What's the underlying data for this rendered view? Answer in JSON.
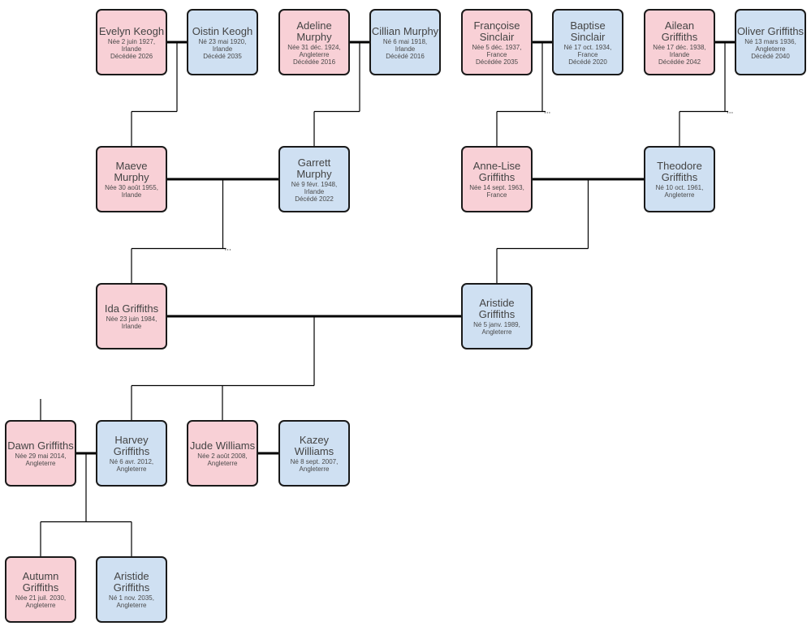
{
  "people": [
    {
      "id": "evelyn-keogh",
      "sex": "f",
      "name": "Evelyn Keogh",
      "info": [
        "Née 2 juin 1927,",
        "Irlande",
        "Décédée 2026"
      ]
    },
    {
      "id": "oistin-keogh",
      "sex": "m",
      "name": "Oistin Keogh",
      "info": [
        "Né 23 mai 1920,",
        "Irlande",
        "Décédé 2035"
      ]
    },
    {
      "id": "adeline-murphy",
      "sex": "f",
      "name": "Adeline Murphy",
      "info": [
        "Née 31 déc. 1924,",
        "Angleterre",
        "Décédée 2016"
      ]
    },
    {
      "id": "cillian-murphy",
      "sex": "m",
      "name": "Cillian Murphy",
      "info": [
        "Né 6 mai 1918,",
        "Irlande",
        "Décédé 2016"
      ]
    },
    {
      "id": "francoise-sinclair",
      "sex": "f",
      "name": "Françoise Sinclair",
      "info": [
        "Née 5 déc. 1937,",
        "France",
        "Décédée 2035"
      ]
    },
    {
      "id": "baptise-sinclair",
      "sex": "m",
      "name": "Baptise Sinclair",
      "info": [
        "Né 17 oct. 1934,",
        "France",
        "Décédé 2020"
      ]
    },
    {
      "id": "ailean-griffiths",
      "sex": "f",
      "name": "Ailean Griffiths",
      "info": [
        "Née 17 déc. 1938,",
        "Irlande",
        "Décédée 2042"
      ]
    },
    {
      "id": "oliver-griffiths",
      "sex": "m",
      "name": "Oliver Griffiths",
      "info": [
        "Né 13 mars 1936,",
        "Angleterre",
        "Décédé 2040"
      ]
    },
    {
      "id": "maeve-murphy",
      "sex": "f",
      "name": "Maeve Murphy",
      "info": [
        "Née 30 août 1955,",
        "Irlande"
      ]
    },
    {
      "id": "garrett-murphy",
      "sex": "m",
      "name": "Garrett Murphy",
      "info": [
        "Né 9 févr. 1948,",
        "Irlande",
        "Décédé 2022"
      ]
    },
    {
      "id": "anne-lise-griffiths",
      "sex": "f",
      "name": "Anne-Lise Griffiths",
      "info": [
        "Née 14 sept. 1963,",
        "France"
      ]
    },
    {
      "id": "theodore-griffiths",
      "sex": "m",
      "name": "Theodore Griffiths",
      "info": [
        "Né 10 oct. 1961,",
        "Angleterre"
      ]
    },
    {
      "id": "ida-griffiths",
      "sex": "f",
      "name": "Ida Griffiths",
      "info": [
        "Née 23 juin 1984,",
        "Irlande"
      ]
    },
    {
      "id": "aristide-griffiths-sr",
      "sex": "m",
      "name": "Aristide Griffiths",
      "info": [
        "Né 5 janv. 1989,",
        "Angleterre"
      ]
    },
    {
      "id": "dawn-griffiths",
      "sex": "f",
      "name": "Dawn Griffiths",
      "info": [
        "Née 29 mai 2014,",
        "Angleterre"
      ]
    },
    {
      "id": "harvey-griffiths",
      "sex": "m",
      "name": "Harvey Griffiths",
      "info": [
        "Né 6 avr. 2012,",
        "Angleterre"
      ]
    },
    {
      "id": "jude-williams",
      "sex": "f",
      "name": "Jude Williams",
      "info": [
        "Née 2 août 2008,",
        "Angleterre"
      ]
    },
    {
      "id": "kazey-williams",
      "sex": "m",
      "name": "Kazey Williams",
      "info": [
        "Né 8 sept. 2007,",
        "Angleterre"
      ]
    },
    {
      "id": "autumn-griffiths",
      "sex": "f",
      "name": "Autumn Griffiths",
      "info": [
        "Née 21 juil. 2030,",
        "Angleterre"
      ]
    },
    {
      "id": "aristide-griffiths-jr",
      "sex": "m",
      "name": "Aristide Griffiths",
      "info": [
        "Né 1 nov. 2035,",
        "Angleterre"
      ]
    }
  ],
  "unions": [
    {
      "a": "evelyn-keogh",
      "b": "oistin-keogh",
      "children": [
        "maeve-murphy"
      ]
    },
    {
      "a": "adeline-murphy",
      "b": "cillian-murphy",
      "children": [
        "garrett-murphy"
      ]
    },
    {
      "a": "francoise-sinclair",
      "b": "baptise-sinclair",
      "children": [
        "anne-lise-griffiths"
      ],
      "more_children": true
    },
    {
      "a": "ailean-griffiths",
      "b": "oliver-griffiths",
      "children": [
        "theodore-griffiths"
      ],
      "more_children": true
    },
    {
      "a": "maeve-murphy",
      "b": "garrett-murphy",
      "children": [
        "ida-griffiths"
      ],
      "more_children": true
    },
    {
      "a": "anne-lise-griffiths",
      "b": "theodore-griffiths",
      "children": [
        "aristide-griffiths-sr"
      ]
    },
    {
      "a": "ida-griffiths",
      "b": "aristide-griffiths-sr",
      "children": [
        "harvey-griffiths",
        "jude-williams"
      ]
    },
    {
      "a": "dawn-griffiths",
      "b": "harvey-griffiths",
      "children": [
        "autumn-griffiths",
        "aristide-griffiths-jr"
      ]
    },
    {
      "a": "jude-williams",
      "b": "kazey-williams",
      "children": []
    }
  ],
  "has_parents_not_shown": [
    "dawn-griffiths"
  ],
  "more_children_marker": "...",
  "colors": {
    "female": "#f8d0d6",
    "male": "#cfe0f2",
    "border": "#1a1a1a",
    "line": "#000000"
  }
}
